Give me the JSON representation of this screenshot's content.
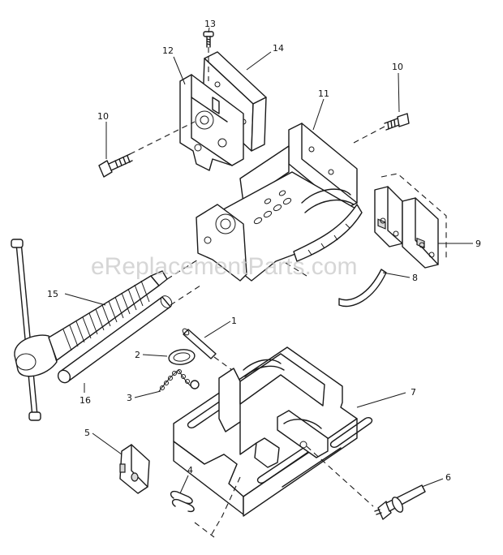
{
  "watermark": "eReplacementParts.com",
  "parts": [
    {
      "id": "p1",
      "label": "1"
    },
    {
      "id": "p2",
      "label": "2"
    },
    {
      "id": "p3",
      "label": "3"
    },
    {
      "id": "p4",
      "label": "4"
    },
    {
      "id": "p5",
      "label": "5"
    },
    {
      "id": "p6",
      "label": "6"
    },
    {
      "id": "p7",
      "label": "7"
    },
    {
      "id": "p8",
      "label": "8"
    },
    {
      "id": "p9",
      "label": "9"
    },
    {
      "id": "p10a",
      "label": "10"
    },
    {
      "id": "p10b",
      "label": "10"
    },
    {
      "id": "p11",
      "label": "11"
    },
    {
      "id": "p12",
      "label": "12"
    },
    {
      "id": "p13",
      "label": "13"
    },
    {
      "id": "p14",
      "label": "14"
    },
    {
      "id": "p15",
      "label": "15"
    },
    {
      "id": "p16",
      "label": "16"
    }
  ]
}
